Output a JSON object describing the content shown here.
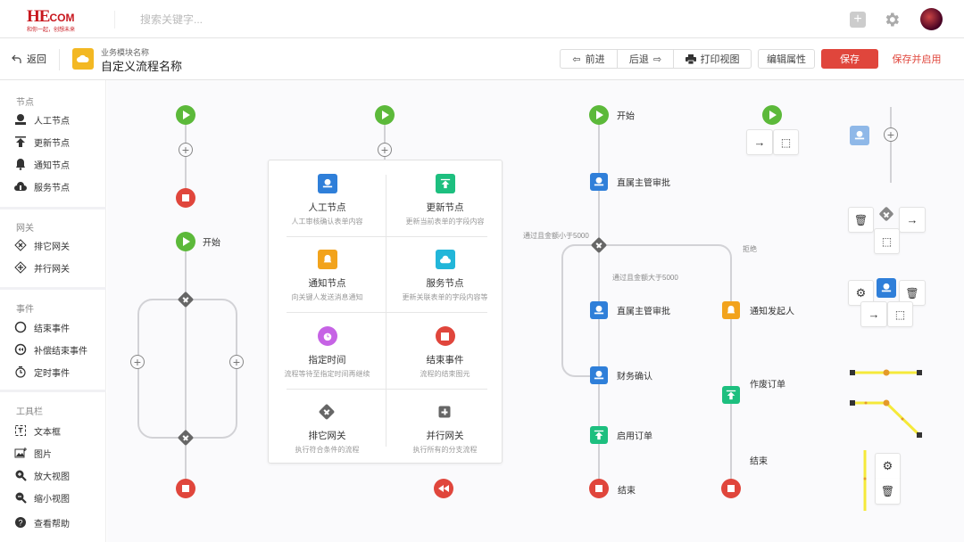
{
  "topbar": {
    "logo_text": "HECOM",
    "logo_tagline": "和你一起，创想未来",
    "search_placeholder": "搜索关键字..."
  },
  "header": {
    "back_label": "返回",
    "module_name": "业务模块名称",
    "flow_name": "自定义流程名称",
    "forward_label": "前进",
    "backward_label": "后退",
    "print_label": "打印视图",
    "edit_props_label": "编辑属性",
    "save_label": "保存",
    "save_enable_label": "保存并启用",
    "accent": "#e0463c"
  },
  "sidebar": {
    "sections": [
      {
        "title": "节点",
        "items": [
          {
            "label": "人工节点",
            "icon": "user-icon"
          },
          {
            "label": "更新节点",
            "icon": "upload-icon"
          },
          {
            "label": "通知节点",
            "icon": "bell-icon"
          },
          {
            "label": "服务节点",
            "icon": "cloud-icon"
          }
        ]
      },
      {
        "title": "网关",
        "items": [
          {
            "label": "排它网关",
            "icon": "exclusive-gateway-icon"
          },
          {
            "label": "并行网关",
            "icon": "parallel-gateway-icon"
          }
        ]
      },
      {
        "title": "事件",
        "items": [
          {
            "label": "结束事件",
            "icon": "circle-icon"
          },
          {
            "label": "补偿结束事件",
            "icon": "rewind-circle-icon"
          },
          {
            "label": "定时事件",
            "icon": "timer-icon"
          }
        ]
      },
      {
        "title": "工具栏",
        "items": [
          {
            "label": "文本框",
            "icon": "textbox-icon"
          },
          {
            "label": "图片",
            "icon": "image-icon"
          },
          {
            "label": "放大视图",
            "icon": "zoom-in-icon"
          },
          {
            "label": "缩小视图",
            "icon": "zoom-out-icon"
          },
          {
            "label": "查看帮助",
            "icon": "help-icon"
          }
        ]
      }
    ]
  },
  "canvas": {
    "flow1": {
      "start_label": "开始"
    },
    "panel": {
      "items": [
        {
          "title": "人工节点",
          "desc": "人工审核确认表单内容",
          "color": "#2f7fd9"
        },
        {
          "title": "更新节点",
          "desc": "更新当前表单的字段内容",
          "color": "#1dbf7f"
        },
        {
          "title": "通知节点",
          "desc": "向关键人发送消息通知",
          "color": "#f2a31c"
        },
        {
          "title": "服务节点",
          "desc": "更新关联表单的字段内容等",
          "color": "#22b6d9"
        },
        {
          "title": "指定时间",
          "desc": "流程等待至指定时间再继续",
          "color": "#c663e5"
        },
        {
          "title": "结束事件",
          "desc": "流程的结束图元",
          "color": "#e0463c"
        },
        {
          "title": "排它网关",
          "desc": "执行符合条件的流程",
          "color": "#666666"
        },
        {
          "title": "并行网关",
          "desc": "执行所有的分支流程",
          "color": "#666666"
        }
      ]
    },
    "flow3": {
      "start": "开始",
      "approve1": "直属主管审批",
      "cond_less": "通过且金额小于5000",
      "cond_more": "通过且金额大于5000",
      "reject": "拒绝",
      "approve2": "直属主管审批",
      "finance": "财务确认",
      "enable_order": "启用订单",
      "end": "结束",
      "notify": "通知发起人",
      "void_order": "作废订单",
      "end2": "结束"
    }
  }
}
